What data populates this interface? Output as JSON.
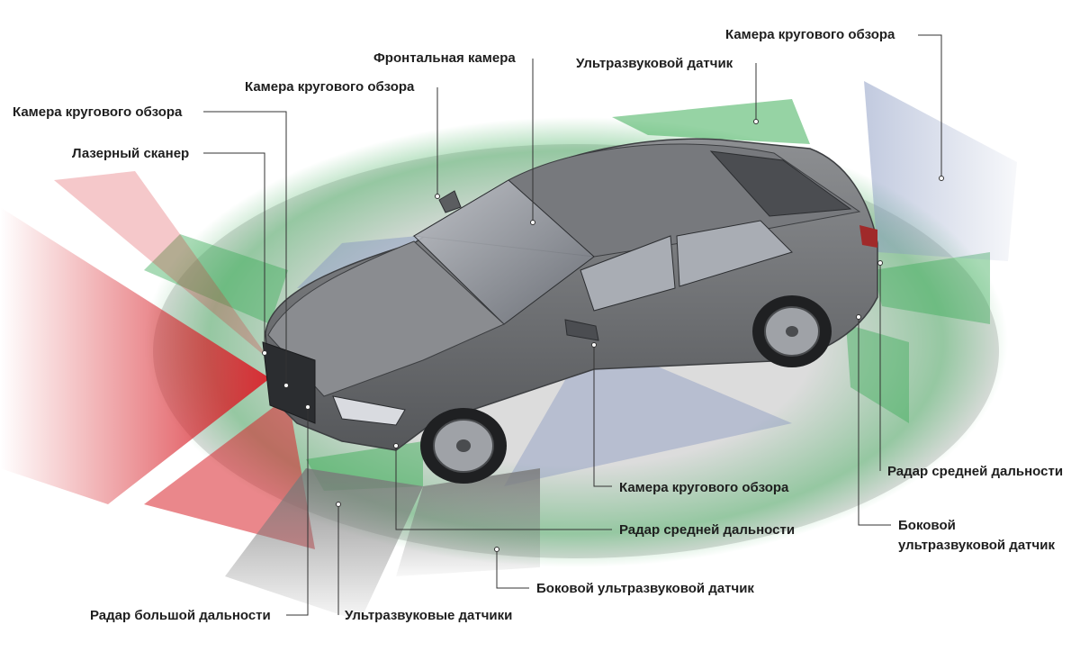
{
  "labels": {
    "surround_cam_top_right": "Камера кругового обзора",
    "ultrasonic_sensor_top": "Ультразвуковой датчик",
    "front_camera": "Фронтальная камера",
    "surround_cam_mirror_left": "Камера кругового обзора",
    "surround_cam_front": "Камера кругового обзора",
    "laser_scanner": "Лазерный сканер",
    "mid_range_radar_rear": "Радар средней дальности",
    "side_ultrasonic_rear_line1": "Боковой",
    "side_ultrasonic_rear_line2": "ультразвуковой датчик",
    "surround_cam_mirror_right": "Камера кругового обзора",
    "mid_range_radar_front": "Радар средней дальности",
    "side_ultrasonic_front": "Боковой ультразвуковой датчик",
    "long_range_radar": "Радар большой дальности",
    "ultrasonic_sensors": "Ультразвуковые датчики"
  },
  "colors": {
    "radar_red": "#d8242c",
    "ultrasonic_green": "#3fae5a",
    "camera_blue": "#8a9ac2",
    "car_body": "#6b6d70",
    "leader_line": "#333333"
  }
}
